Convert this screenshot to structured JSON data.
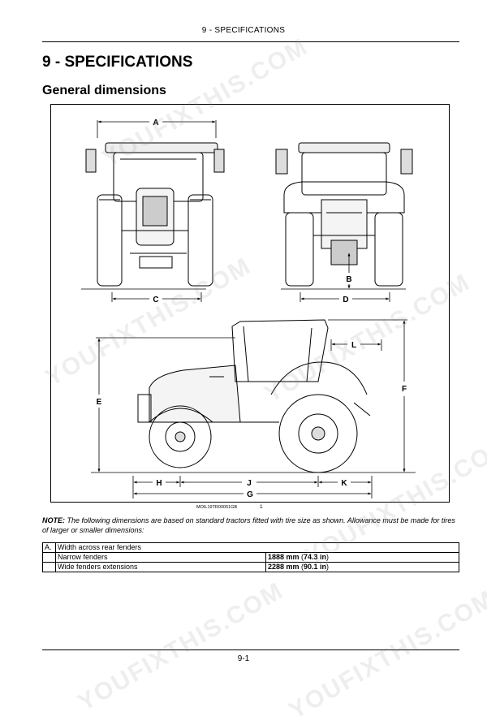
{
  "header": {
    "running_title": "9 - SPECIFICATIONS"
  },
  "page": {
    "chapter_title": "9 - SPECIFICATIONS",
    "section_title": "General dimensions",
    "page_number": "9-1"
  },
  "figure": {
    "code": "MOIL19TR00051GB",
    "number": "1",
    "dimension_labels": [
      "A",
      "B",
      "C",
      "D",
      "E",
      "F",
      "G",
      "H",
      "J",
      "K",
      "L"
    ]
  },
  "note": {
    "label": "NOTE:",
    "text": " The following dimensions are based on standard tractors fitted with tire size as shown.  Allowance must be made for tires of larger or smaller dimensions:"
  },
  "table": {
    "rows": [
      {
        "letter": "A.",
        "label": "Width across rear fenders",
        "value": "",
        "unit_value": ""
      },
      {
        "letter": "",
        "label": "Narrow fenders",
        "value": "1888 mm",
        "unit_value": "74.3 in"
      },
      {
        "letter": "",
        "label": "Wide fenders extensions",
        "value": "2288 mm",
        "unit_value": "90.1 in"
      }
    ]
  },
  "watermarks": [
    "YOUFIXTHIS.COM",
    "YOUFIXTHIS.COM",
    "YOUFIXTHIS.COM",
    "YOUFIXTHIS.COM",
    "YOUFIXTHIS.COM",
    "YOUFIXTHIS.COM"
  ]
}
